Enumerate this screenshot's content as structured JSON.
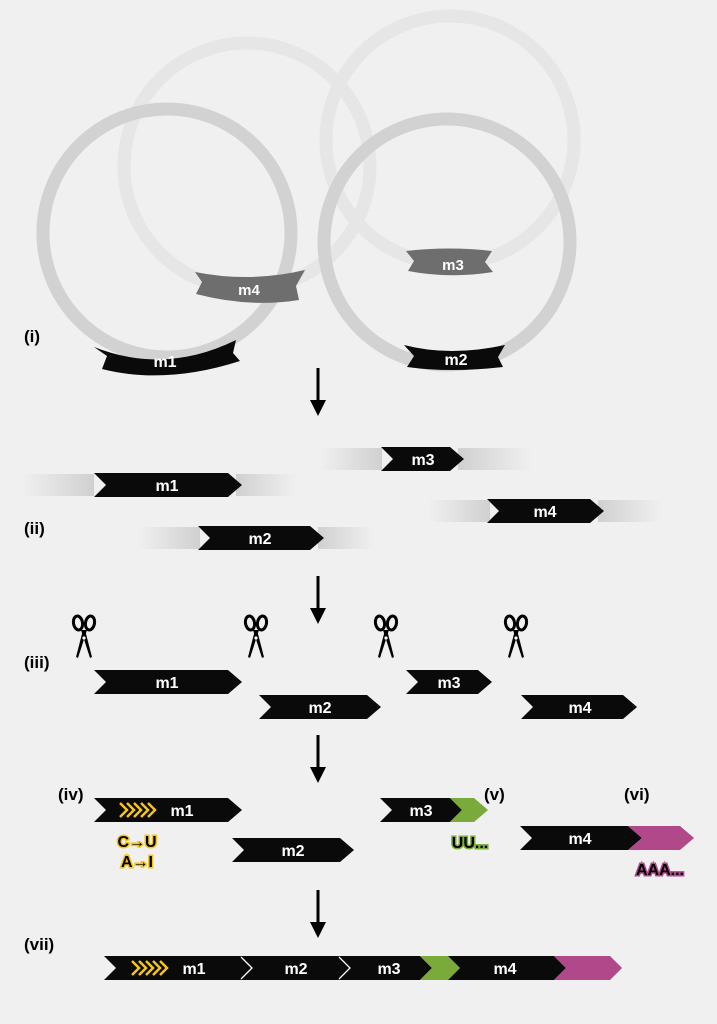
{
  "step_labels": {
    "i": "(i)",
    "ii": "(ii)",
    "iii": "(iii)",
    "iv": "(iv)",
    "v": "(v)",
    "vi": "(vi)",
    "vii": "(vii)"
  },
  "segments": {
    "m1": "m1",
    "m2": "m2",
    "m3": "m3",
    "m4": "m4"
  },
  "edits": {
    "c_to_u": "C→U",
    "a_to_i": "A→I",
    "poly_u": "UU...",
    "poly_a": "AAA..."
  },
  "colors": {
    "background": "#f0f0f0",
    "segment": "#0a0a0a",
    "ring": "#d2d2d2",
    "ring_faded": "#e5e5e5",
    "editing_yellow": "#f5c518",
    "uridylation_green": "#7aab3a",
    "polyadenylation_magenta": "#b0488a"
  },
  "icons": [
    "scissors-icon",
    "down-arrow-icon",
    "chevron-icon"
  ]
}
